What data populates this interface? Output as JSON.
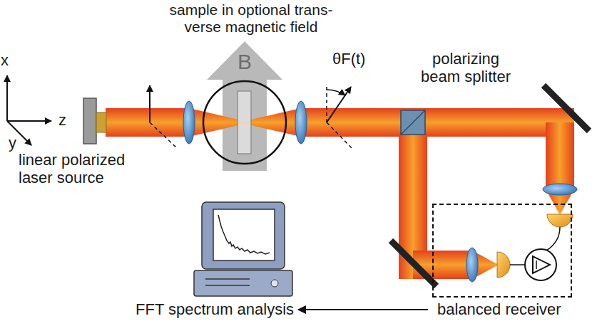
{
  "diagram": {
    "nodes": [
      {
        "text": [
          "FFT spectrum analysis"
        ]
      },
      {
        "text": [
          "balanced receiver"
        ]
      }
    ],
    "edges": [
      {
        "from": 1,
        "to": 0,
        "arrow": "to"
      }
    ],
    "labels": [
      "sample in optional trans- verse magnetic field",
      "B",
      "x",
      "z",
      "θF(t)",
      "polarizing beam splitter",
      "y",
      "linear polarized laser source"
    ]
  }
}
